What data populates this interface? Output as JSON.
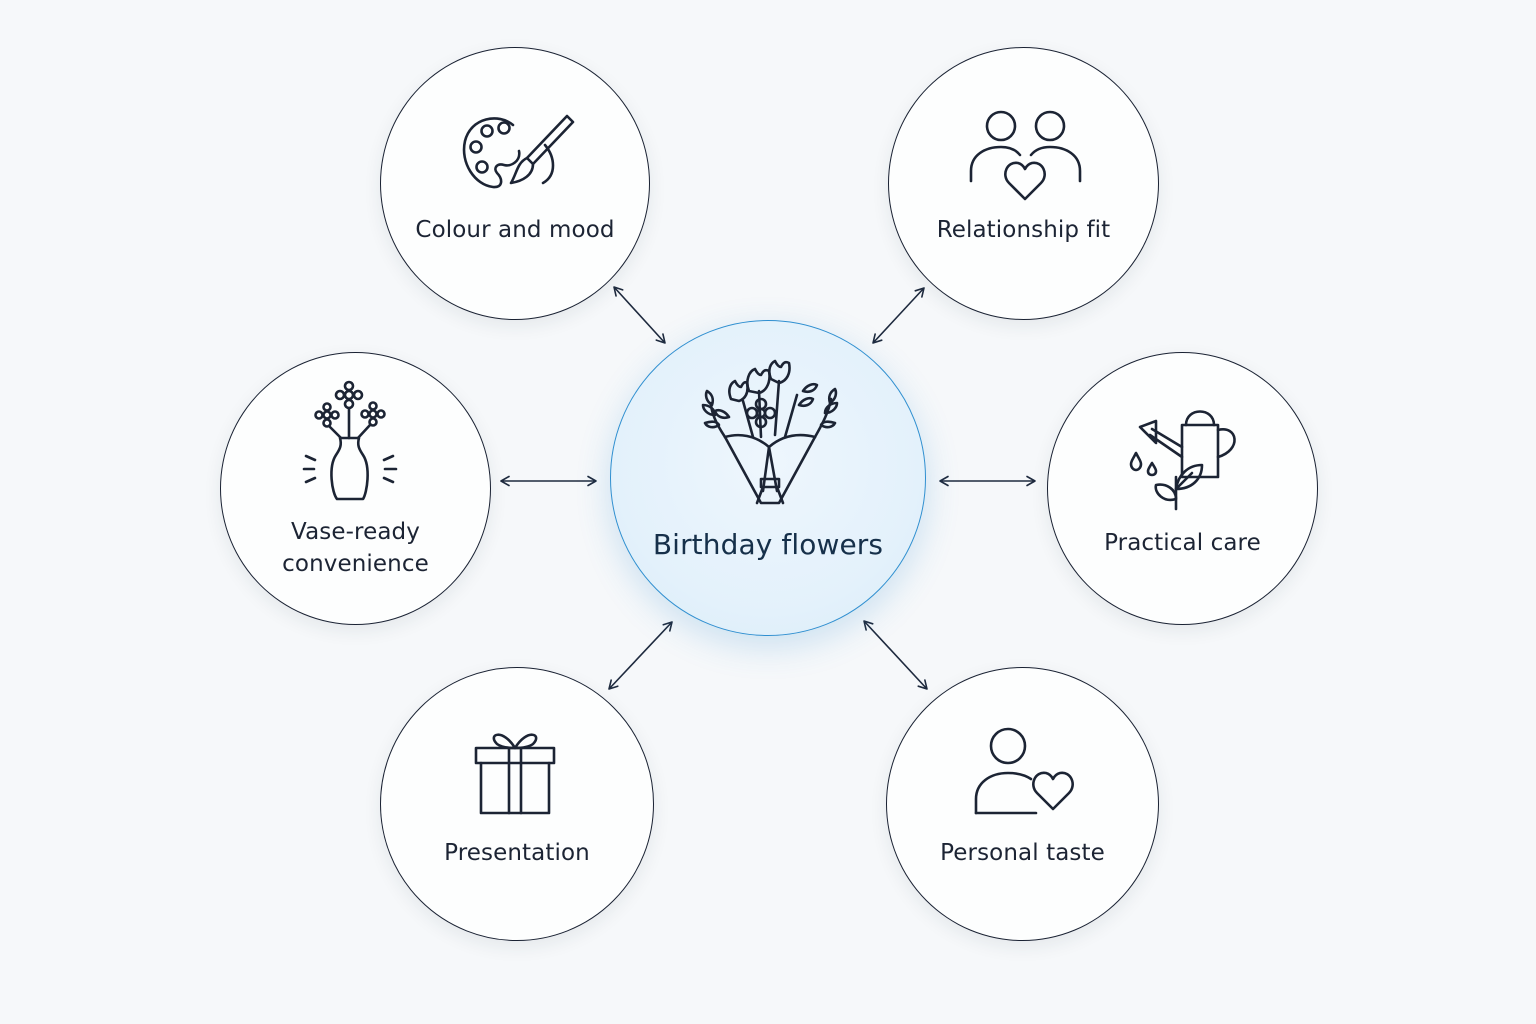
{
  "diagram": {
    "center": {
      "label": "Birthday flowers",
      "icon": "bouquet-icon"
    },
    "nodes": {
      "colour": {
        "label": "Colour and mood",
        "icon": "palette-brush-icon"
      },
      "relation": {
        "label": "Relationship fit",
        "icon": "people-heart-icon"
      },
      "vase": {
        "label_line1": "Vase-ready",
        "label_line2": "convenience",
        "icon": "flower-vase-icon"
      },
      "care": {
        "label": "Practical care",
        "icon": "watering-can-icon"
      },
      "present": {
        "label": "Presentation",
        "icon": "gift-box-icon"
      },
      "taste": {
        "label": "Personal taste",
        "icon": "person-heart-icon"
      }
    },
    "connectors": "bidirectional-arrows",
    "colors": {
      "background": "#f6f8fa",
      "outline": "#1a2233",
      "center_accent": "#2f8fd0",
      "center_fill": "#e3f1fb"
    }
  }
}
